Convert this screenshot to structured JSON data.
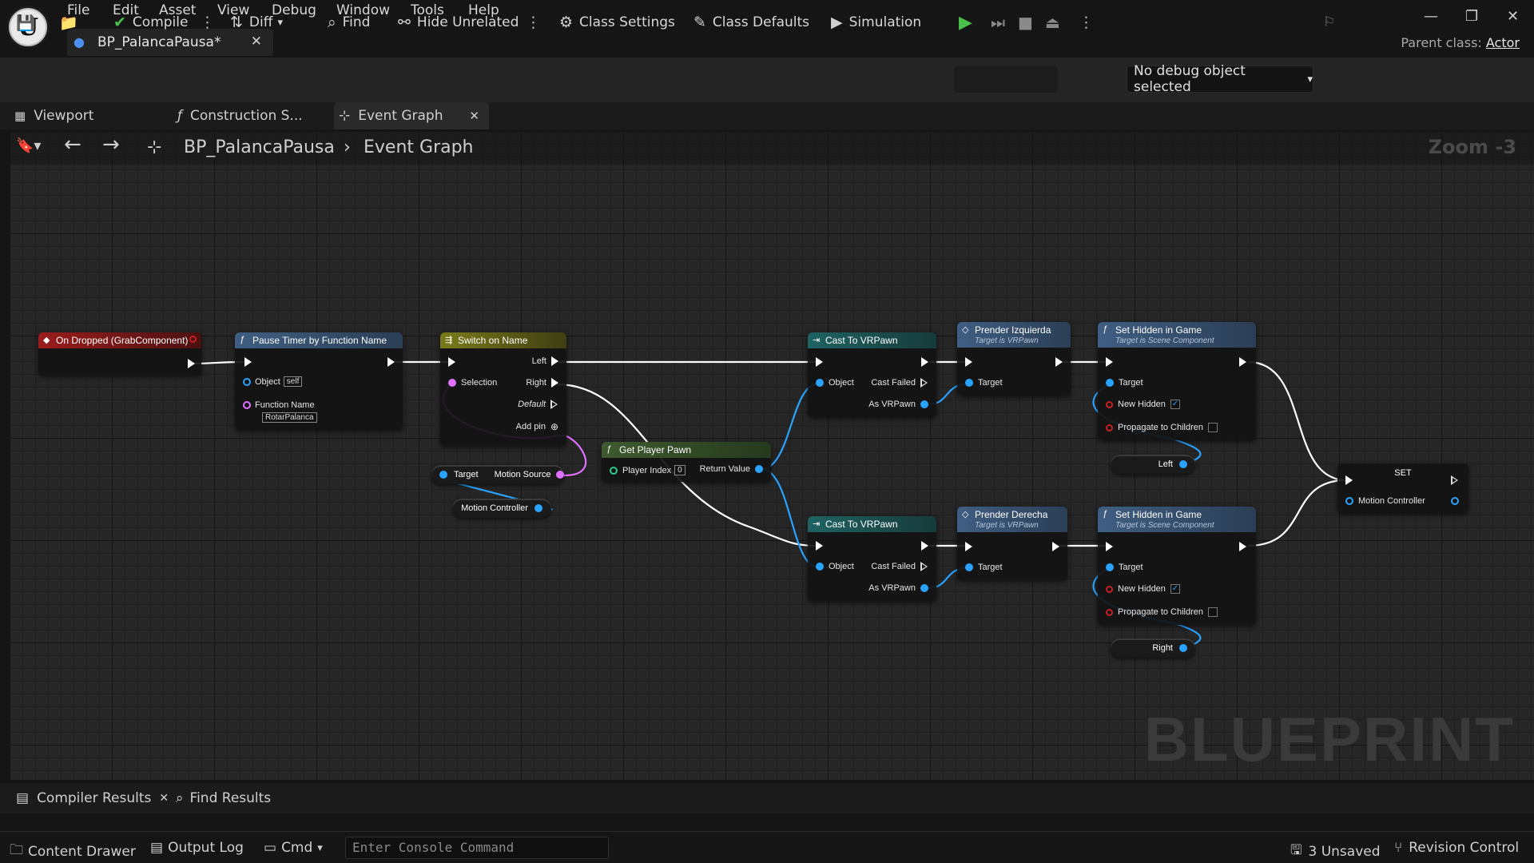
{
  "menu": [
    "File",
    "Edit",
    "Asset",
    "View",
    "Debug",
    "Window",
    "Tools",
    "Help"
  ],
  "document_tab": {
    "label": "BP_PalancaPausa*"
  },
  "parent_class": {
    "label": "Parent class:",
    "value": "Actor"
  },
  "toolbar": {
    "compile": "Compile",
    "diff": "Diff",
    "find": "Find",
    "hide_unrelated": "Hide Unrelated",
    "class_settings": "Class Settings",
    "class_defaults": "Class Defaults",
    "simulation": "Simulation",
    "debug_object": "No debug object selected"
  },
  "editor_tabs": {
    "viewport": "Viewport",
    "construction": "Construction S...",
    "event_graph": "Event Graph"
  },
  "breadcrumb": {
    "blueprint": "BP_PalancaPausa",
    "graph": "Event Graph"
  },
  "zoom": "Zoom -3",
  "watermark": "BLUEPRINT",
  "colors": {
    "event": "#8a1c1c",
    "function": "#3f5e82",
    "switch": "#6a6a1e",
    "cast": "#1f5e5e",
    "pure": "#3e5a2e",
    "object_pin": "#2aa3ff",
    "name_pin": "#e070ff"
  },
  "nodes": {
    "on_dropped": {
      "title": "On Dropped (GrabComponent)"
    },
    "pause_timer": {
      "title": "Pause Timer by Function Name",
      "object": "Object",
      "object_value": "self",
      "function_name": "Function Name",
      "function_value": "RotarPalanca"
    },
    "switch": {
      "title": "Switch on Name",
      "selection": "Selection",
      "left": "Left",
      "right": "Right",
      "default": "Default",
      "add_pin": "Add pin"
    },
    "motion_source": {
      "target": "Target",
      "output": "Motion Source"
    },
    "motion_controller_var": {
      "label": "Motion Controller"
    },
    "get_player_pawn": {
      "title": "Get Player Pawn",
      "player_index": "Player Index",
      "index_value": "0",
      "return_value": "Return Value"
    },
    "cast_top": {
      "title": "Cast To VRPawn",
      "object": "Object",
      "cast_failed": "Cast Failed",
      "as_vrpawn": "As VRPawn"
    },
    "cast_bottom": {
      "title": "Cast To VRPawn",
      "object": "Object",
      "cast_failed": "Cast Failed",
      "as_vrpawn": "As VRPawn"
    },
    "prender_izq": {
      "title": "Prender Izquierda",
      "subtitle": "Target is VRPawn",
      "target": "Target"
    },
    "prender_der": {
      "title": "Prender Derecha",
      "subtitle": "Target is VRPawn",
      "target": "Target"
    },
    "hidden_top": {
      "title": "Set Hidden in Game",
      "subtitle": "Target is Scene Component",
      "target": "Target",
      "new_hidden": "New Hidden",
      "propagate": "Propagate to Children"
    },
    "hidden_bottom": {
      "title": "Set Hidden in Game",
      "subtitle": "Target is Scene Component",
      "target": "Target",
      "new_hidden": "New Hidden",
      "propagate": "Propagate to Children"
    },
    "left_var": {
      "label": "Left"
    },
    "right_var": {
      "label": "Right"
    },
    "set": {
      "title": "SET",
      "motion_controller": "Motion Controller"
    }
  },
  "bottom_tabs": {
    "compiler_results": "Compiler Results",
    "find_results": "Find Results"
  },
  "status_bar": {
    "content_drawer": "Content Drawer",
    "output_log": "Output Log",
    "cmd": "Cmd",
    "console_placeholder": "Enter Console Command",
    "unsaved": "3 Unsaved",
    "revision_control": "Revision Control"
  }
}
